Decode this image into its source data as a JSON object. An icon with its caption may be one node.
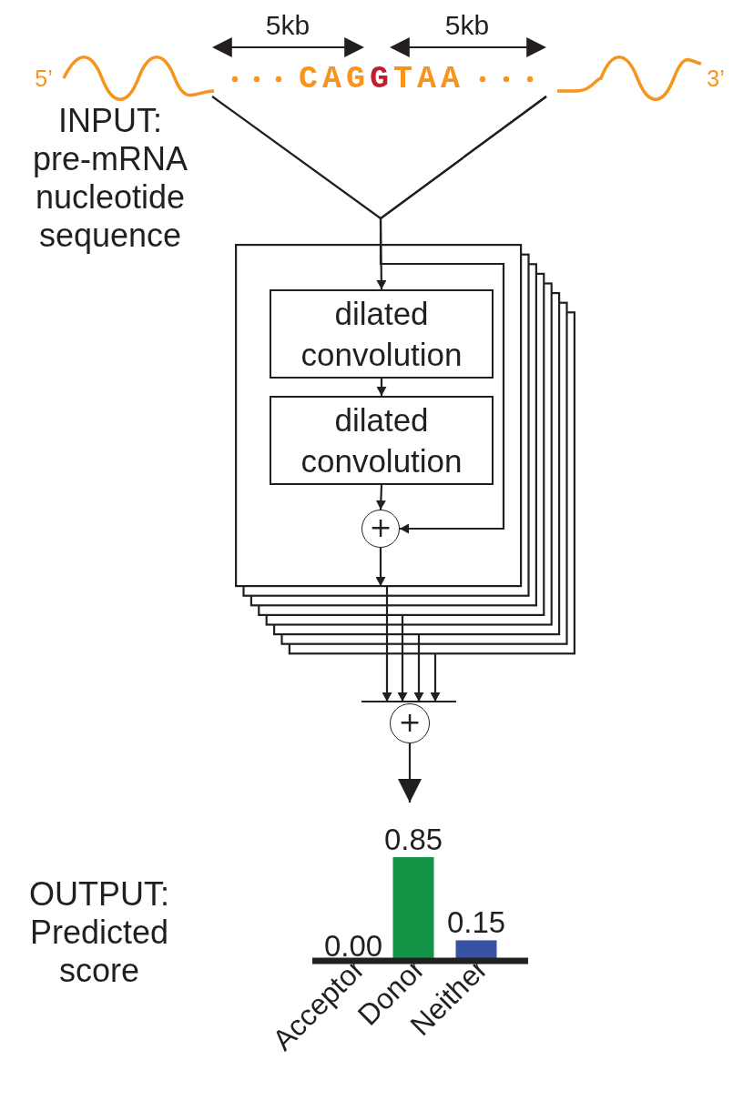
{
  "diagram": {
    "nodes": [
      {
        "text": [
          "CAGGTAA"
        ]
      },
      {
        "text": [],
        "shape": "box"
      },
      {
        "text": [
          "dilated convolution"
        ],
        "in": 1
      },
      {
        "text": [
          "dilated convolution"
        ],
        "in": 1
      },
      {
        "text": [
          "+"
        ],
        "in": 1
      },
      {
        "text": [
          "+"
        ]
      }
    ],
    "edges": [
      {
        "from": 0,
        "to": 2,
        "arrow": "to"
      },
      {
        "from": 0,
        "to": 4,
        "arrow": "to"
      },
      {
        "from": 2,
        "to": 3,
        "arrow": "to"
      },
      {
        "from": 3,
        "to": 4,
        "arrow": "to"
      },
      {
        "from": 4,
        "to": null,
        "arrow": "to"
      },
      {
        "from": 1,
        "to": 5,
        "arrow": "to"
      },
      {
        "from": 5,
        "to": null,
        "arrow": "to"
      },
      {
        "from": 1,
        "to": 5,
        "arrow": "to"
      },
      {
        "from": 1,
        "to": 5,
        "arrow": "to"
      },
      {
        "from": 1,
        "to": 5,
        "arrow": "to"
      }
    ],
    "labels": [
      "5kb",
      "5kb",
      "5’",
      "3’",
      "INPUT: pre-mRNA nucleotide sequence",
      "OUTPUT: Predicted score"
    ],
    "chart_data": {
      "type": "bar",
      "categories": [
        "Acceptor",
        "Donor",
        "Neither"
      ],
      "stacked": true,
      "data_labels": true,
      "value_labels": [
        "0.00",
        "0.85",
        "0.15"
      ],
      "series": [
        {
          "color": "#129447",
          "values": [
            null,
            0.85,
            null
          ]
        },
        {
          "color": "#3953a4",
          "values": [
            null,
            null,
            0.15
          ]
        }
      ]
    }
  }
}
